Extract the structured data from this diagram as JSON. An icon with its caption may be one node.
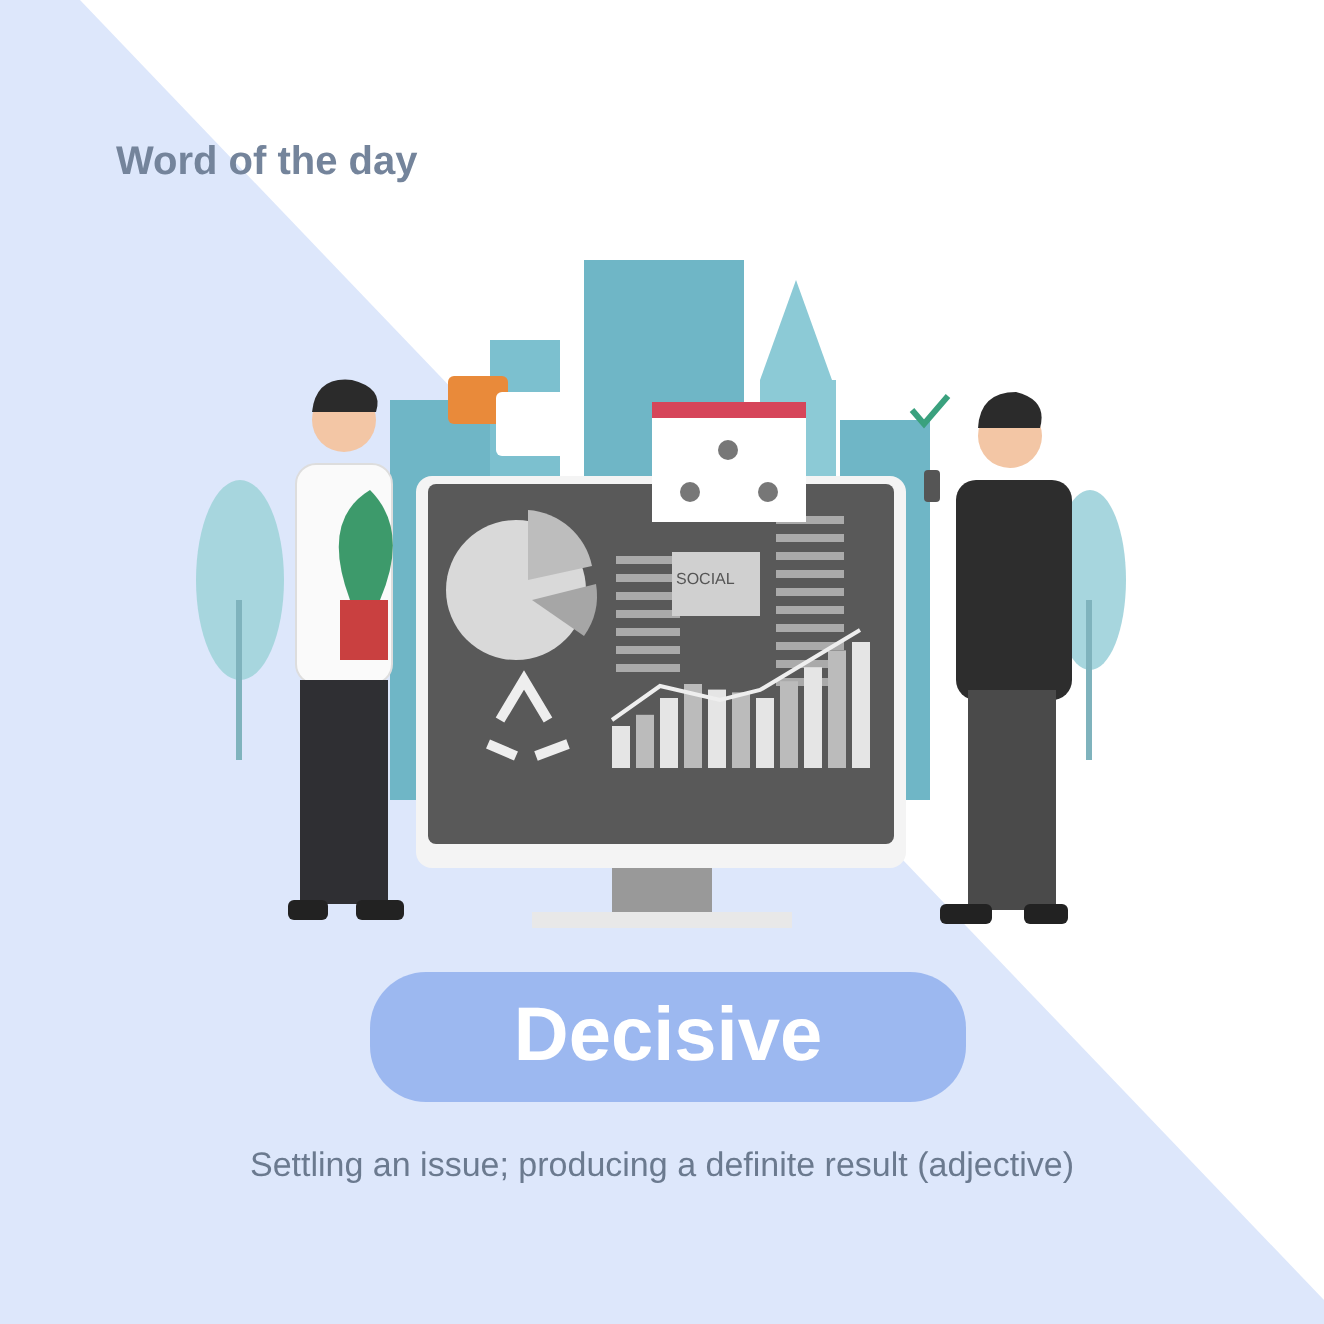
{
  "diagram": {
    "title": "Word of the day",
    "nodes": [
      {
        "text": [
          "Decisive"
        ]
      }
    ],
    "labels": [
      "SOCIAL",
      "Settling an issue; producing a definite result (adjective)"
    ]
  }
}
